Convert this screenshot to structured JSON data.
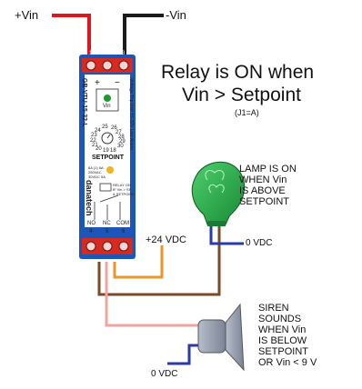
{
  "wires": {
    "vin_plus": "+Vin",
    "vin_minus": "-Vin",
    "v24": "+24 VDC",
    "zero_lamp": "0 VDC",
    "zero_siren": "0 VDC"
  },
  "headline": {
    "line1": "Relay is ON when",
    "line2": "Vin > Setpoint",
    "line3": "(J1=A)"
  },
  "lamp_note": [
    "LAMP IS ON",
    "WHEN Vin",
    "IS ABOVE",
    "SETPOINT"
  ],
  "siren_note": [
    "SIREN",
    "SOUNDS",
    "WHEN Vin",
    "IS BELOW",
    "SETPOINT",
    "OR Vin < 9 V"
  ],
  "module": {
    "top_terminal_numbers": [
      "1",
      "2",
      "3"
    ],
    "plus_sign": "+",
    "minus_sign": "−",
    "vin_label": "Vin",
    "setpoint_label": "SETPOINT",
    "dial_numbers": [
      "25",
      "26",
      "24",
      "27",
      "23",
      "28",
      "22",
      "29",
      "21",
      "30",
      "20",
      "19",
      "18"
    ],
    "model_vertical": "GB-VTU-15-32-L",
    "desc_vertical": "Voltage Trip Unit 15-32V Low Alarm",
    "brand": "danatech",
    "bottom_terminal_labels": [
      "NO",
      "NC",
      "COM"
    ],
    "bottom_terminal_numbers": [
      "4",
      "5",
      "6"
    ],
    "relay_small_text": [
      "RELAY ON",
      "IF Vin > SP",
      "& SETPOINT"
    ],
    "relay_spec": [
      "8A (1) 5A",
      "250VAC",
      "30VDC 5A"
    ]
  },
  "colors": {
    "module_blue": "#1c56b8",
    "terminal_red": "#d42a1f",
    "wire_red": "#e0161e",
    "wire_black": "#1a1a1a",
    "wire_orange": "#e8962a",
    "wire_brown": "#7a4a2a",
    "wire_pink": "#f2a5a0",
    "wire_blue": "#2a3aa8",
    "lamp_green": "#2aa24a",
    "siren_grey": "#9aa3b3"
  }
}
